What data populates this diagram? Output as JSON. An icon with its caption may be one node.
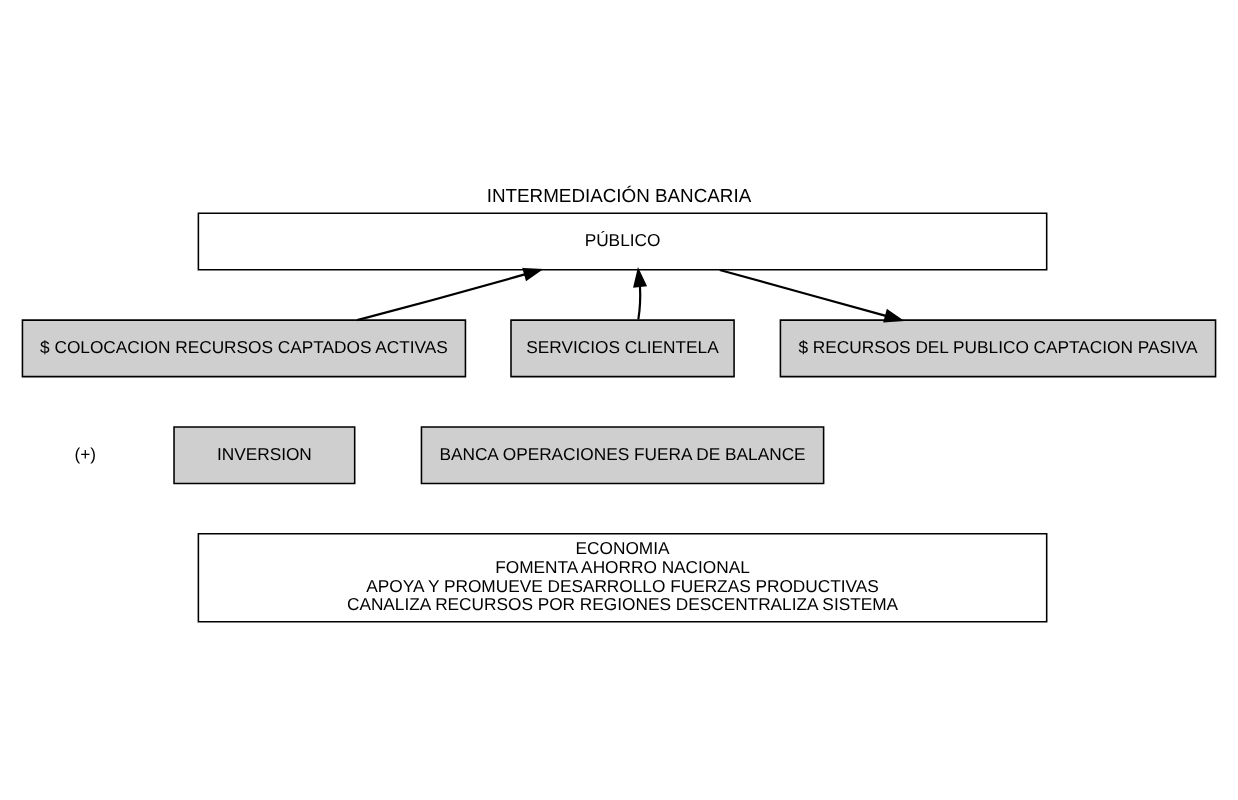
{
  "diagram": {
    "title": "INTERMEDIACIÓN BANCARIA",
    "nodes": [
      {
        "text": [
          "PÚBLICO"
        ]
      },
      {
        "text": [
          "$ COLOCACION RECURSOS CAPTADOS ACTIVAS"
        ]
      },
      {
        "text": [
          "INVERSION"
        ]
      },
      {
        "text": [
          "SERVICIOS CLIENTELA"
        ]
      },
      {
        "text": [
          "BANCA OPERACIONES FUERA DE BALANCE"
        ]
      },
      {
        "text": [
          "$ RECURSOS DEL PUBLICO CAPTACION PASIVA"
        ]
      },
      {
        "text": [
          "ECONOMIA",
          "FOMENTA AHORRO NACIONAL",
          "APOYA Y PROMUEVE DESARROLLO FUERZAS PRODUCTIVAS",
          "CANALIZA RECURSOS POR REGIONES DESCENTRALIZA SISTEMA"
        ]
      }
    ],
    "edges": [
      {
        "from": 1,
        "to": 0,
        "arrow": "to"
      },
      {
        "from": 3,
        "to": 0,
        "arrow": "to"
      },
      {
        "from": 0,
        "to": 5,
        "arrow": "to"
      }
    ],
    "labels": [
      "(+)"
    ]
  }
}
